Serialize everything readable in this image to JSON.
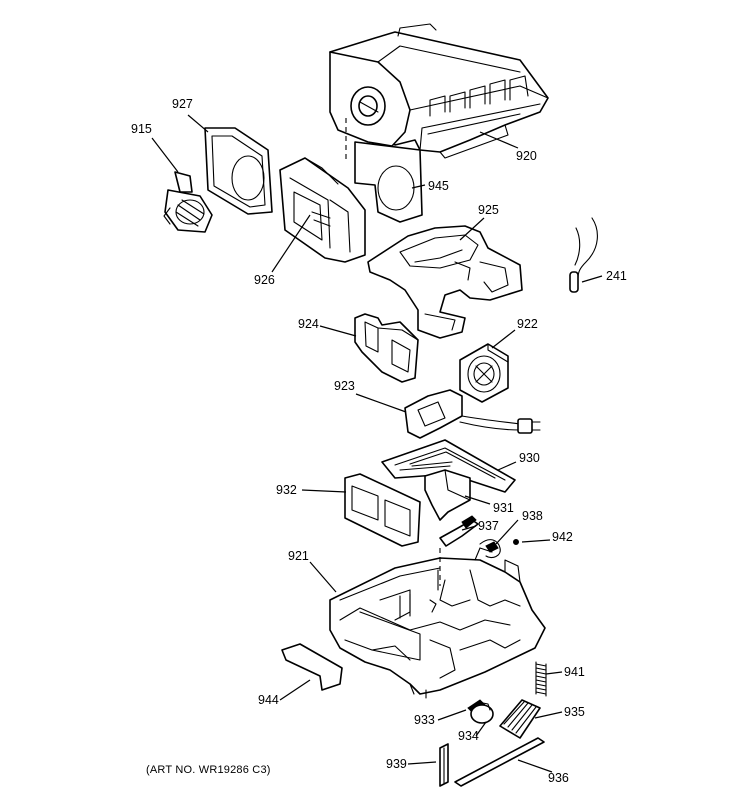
{
  "callouts": {
    "p915": "915",
    "p927": "927",
    "p920": "920",
    "p945": "945",
    "p926": "926",
    "p925": "925",
    "p241": "241",
    "p924": "924",
    "p922": "922",
    "p923": "923",
    "p930": "930",
    "p932": "932",
    "p931": "931",
    "p938": "938",
    "p937": "937",
    "p942": "942",
    "p921": "921",
    "p941": "941",
    "p944": "944",
    "p935": "935",
    "p933": "933",
    "p934": "934",
    "p939": "939",
    "p936": "936"
  },
  "art_number": "(ART NO. WR19286 C3)"
}
